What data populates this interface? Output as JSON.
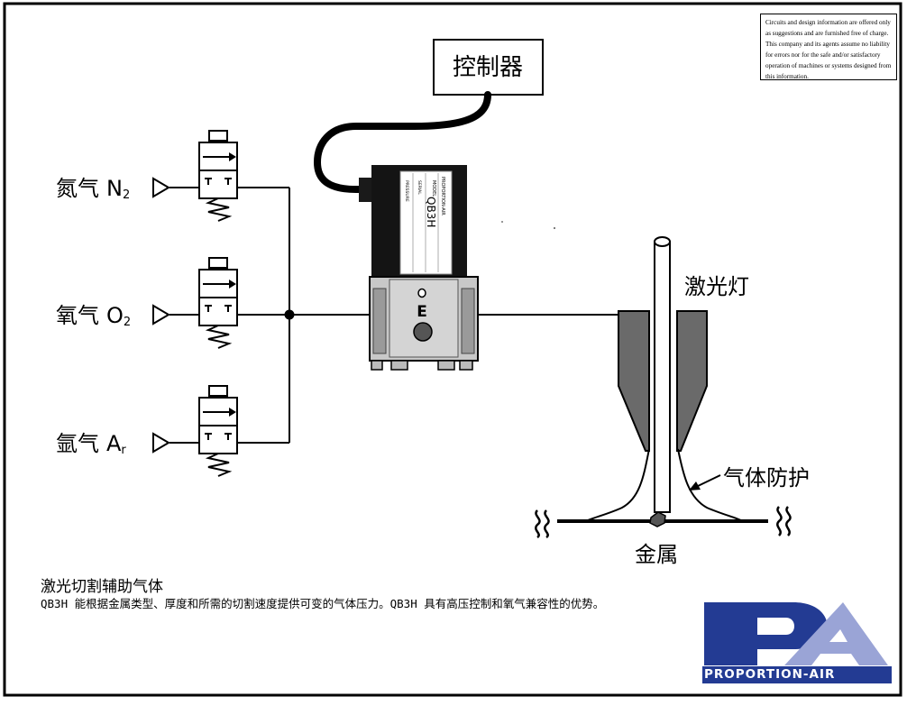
{
  "disclaimer": "Circuits and design information are offered only as suggestions and are furnished free of charge. This company and its agents assume no liability for errors nor for the safe and/or satisfactory operation of machines or systems designed from this information.",
  "controller_label": "控制器",
  "gases": [
    {
      "name": "氮气",
      "symbol": "N",
      "subscript": "2"
    },
    {
      "name": "氧气",
      "symbol": "O",
      "subscript": "2"
    },
    {
      "name": "氩气",
      "symbol": "A",
      "subscript": "r"
    }
  ],
  "regulator": {
    "face_letter": "E",
    "label_model": "QB3H",
    "label_brand": "PROPORTION-AIR",
    "label_model_prefix": "MODEL",
    "label_serial": "SERIAL",
    "label_pressure": "PRESSURE"
  },
  "laser_label": "激光灯",
  "shield_label": "气体防护",
  "metal_label": "金属",
  "caption": {
    "title": "激光切割辅助气体",
    "body": "QB3H 能根据金属类型、厚度和所需的切割速度提供可变的气体压力。QB3H 具有高压控制和氧气兼容性的优势。"
  },
  "logo": {
    "letters": "PA",
    "wordmark": "PROPORTION-AIR",
    "colors": {
      "blue": "#233b93",
      "light": "#9aa4d6"
    }
  }
}
